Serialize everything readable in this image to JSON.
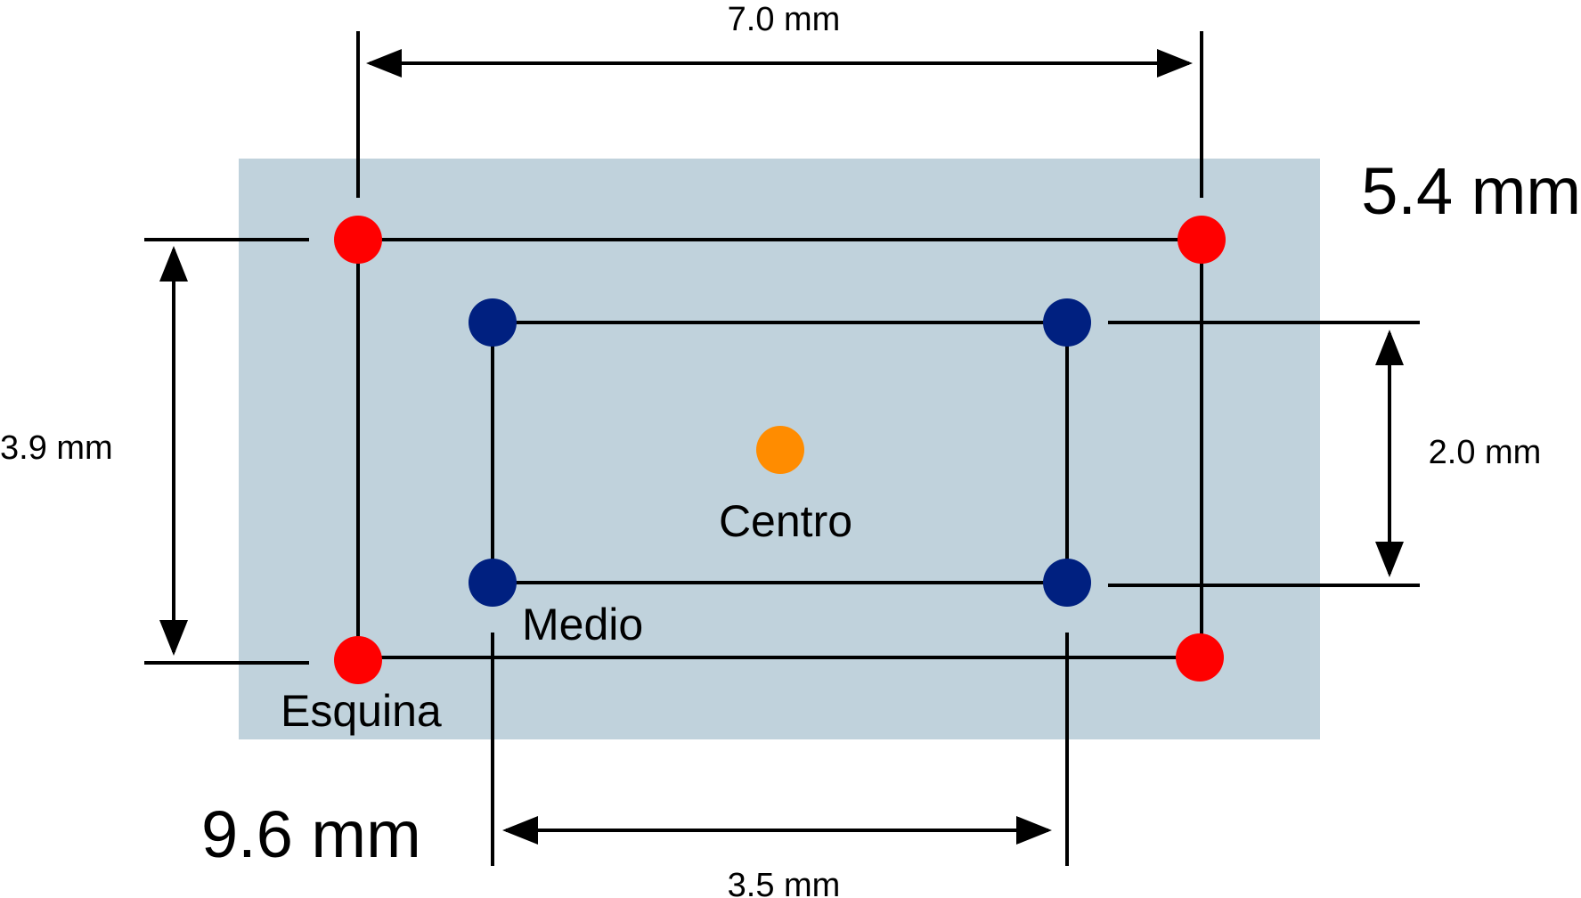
{
  "colors": {
    "board": "#c0d2dc",
    "corner_point": "#ff0000",
    "middle_point": "#002080",
    "center_point": "#ff8c00",
    "line": "#000000"
  },
  "labels": {
    "top_span": "7.0 mm",
    "bottom_span": "3.5 mm",
    "left_span": "3.9 mm",
    "right_span": "2.0 mm",
    "board_height": "5.4 mm",
    "board_width": "9.6 mm",
    "center": "Centro",
    "middle": "Medio",
    "corner": "Esquina"
  }
}
